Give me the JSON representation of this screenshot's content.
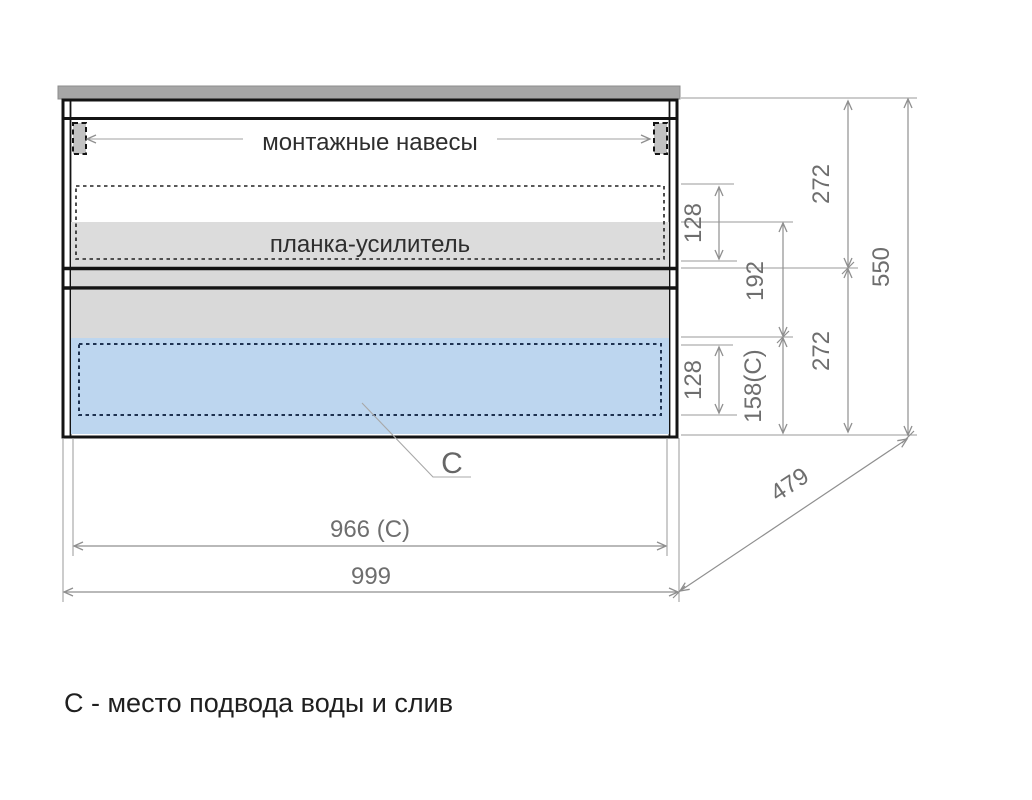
{
  "drawing": {
    "title": "furniture-cabinet-technical-drawing",
    "labels": {
      "mounting_hangers": "монтажные навесы",
      "reinforcement_plate": "планка-усилитель",
      "connection_marker": "C"
    },
    "dimensions": {
      "total_width": "999",
      "connection_width": "966 (C)",
      "total_height": "550",
      "depth": "479",
      "upper_section_height": "272",
      "lower_section_height": "272",
      "reinforcement_plate_height": "128",
      "drain_zone_height": "128",
      "mid_section_height": "192",
      "connection_height": "158(C)"
    },
    "caption": "С - место подвода воды и слив",
    "colors": {
      "highlight_blue": "#bdd6ef",
      "highlight_blue_border": "#1e3250",
      "panel_gray": "#d9d9d9",
      "countertop_gray": "#a6a6a6",
      "outline_black": "#141414",
      "dimension_gray": "#8f8f8f",
      "dimension_text_gray": "#6e6e6e"
    }
  }
}
